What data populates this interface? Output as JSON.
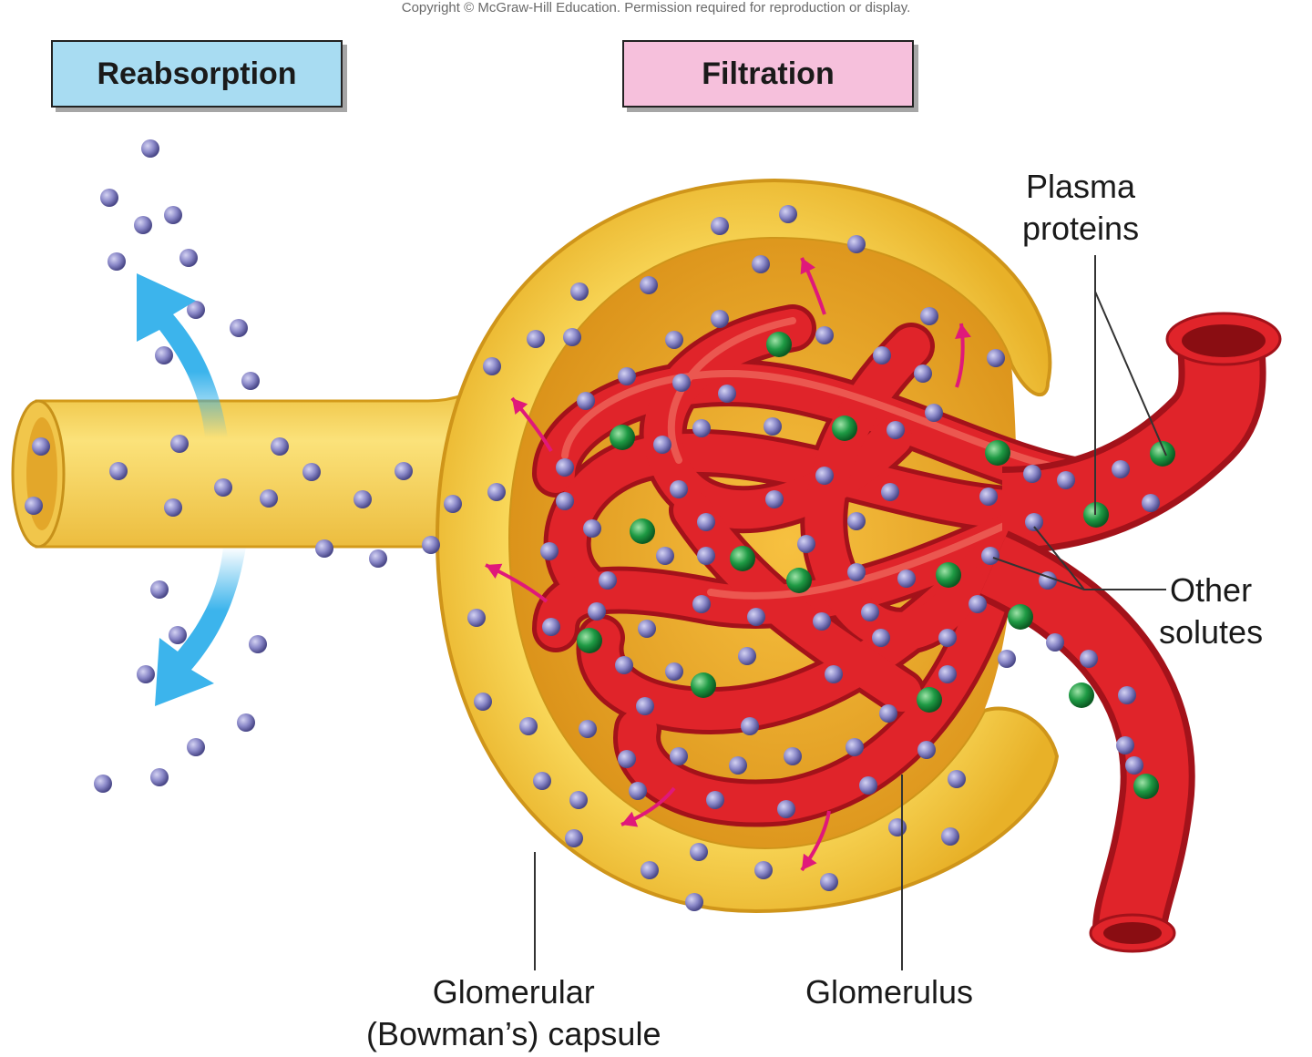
{
  "copyright": "Copyright © McGraw-Hill Education. Permission required for reproduction or display.",
  "headers": {
    "reabsorption": "Reabsorption",
    "filtration": "Filtration"
  },
  "labels": {
    "plasma_proteins": [
      "Plasma",
      "proteins"
    ],
    "other_solutes": [
      "Other",
      "solutes"
    ],
    "glomerular_capsule": [
      "Glomerular",
      "(Bowman’s) capsule"
    ],
    "glomerulus": "Glomerulus"
  },
  "colors": {
    "reabsorption_box": "#a8dcf2",
    "filtration_box": "#f6c0dc",
    "capsule_yellow": "#f7cf3c",
    "capsule_edge": "#e0a81c",
    "capillary_red": "#e01e24",
    "capillary_dark": "#a3121a",
    "solute_purple": "#8a88c8",
    "protein_green": "#1e9a44",
    "reabsorption_arrow": "#3cb4ec",
    "filtration_arrow": "#e0187a"
  }
}
